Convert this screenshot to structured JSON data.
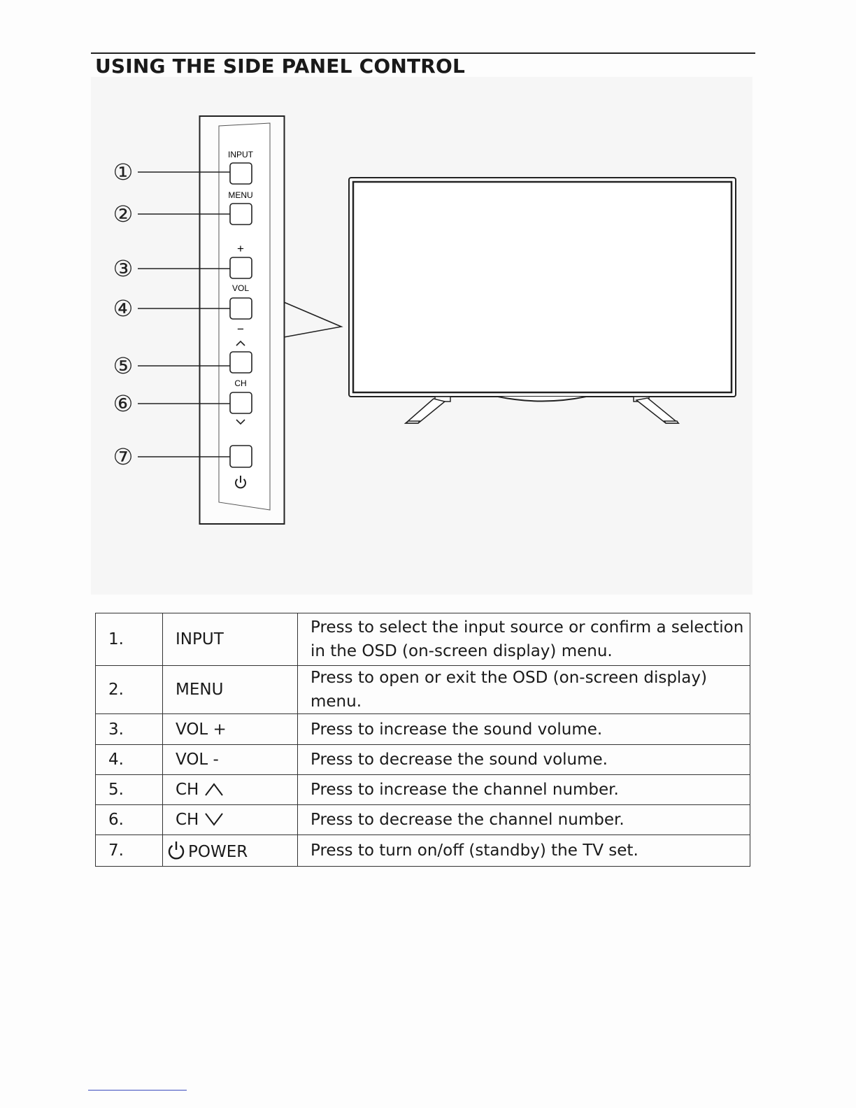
{
  "page": {
    "title": "USING THE SIDE PANEL CONTROL"
  },
  "side_panel": {
    "labels": {
      "input": "INPUT",
      "menu": "MENU",
      "plus": "+",
      "vol": "VOL",
      "minus": "−",
      "ch": "CH"
    },
    "callouts": [
      "①",
      "②",
      "③",
      "④",
      "⑤",
      "⑥",
      "⑦"
    ],
    "icons": [
      "chevron-up-icon",
      "chevron-down-icon",
      "power-icon"
    ]
  },
  "controls": [
    {
      "num": "1.",
      "button": "INPUT",
      "description": "Press to select the input source or confirm a selection in the OSD (on-screen display) menu.",
      "icon": ""
    },
    {
      "num": "2.",
      "button": "MENU",
      "description": "Press to open or exit the OSD (on-screen display) menu.",
      "icon": ""
    },
    {
      "num": "3.",
      "button": "VOL +",
      "description": "Press to increase the sound volume.",
      "icon": ""
    },
    {
      "num": "4.",
      "button": "VOL -",
      "description": "Press to decrease the sound volume.",
      "icon": ""
    },
    {
      "num": "5.",
      "button": "CH",
      "description": "Press to increase the channel number.",
      "icon": "chevron-up-icon"
    },
    {
      "num": "6.",
      "button": "CH",
      "description": "Press to decrease the channel number.",
      "icon": "chevron-down-icon"
    },
    {
      "num": "7.",
      "button": "POWER",
      "description": "Press to turn on/off (standby) the TV set.",
      "icon": "power-icon"
    }
  ],
  "colors": {
    "ink": "#1a1a1a",
    "figure_background": "#f6f6f6",
    "footer_link": "#3a4bbd"
  }
}
